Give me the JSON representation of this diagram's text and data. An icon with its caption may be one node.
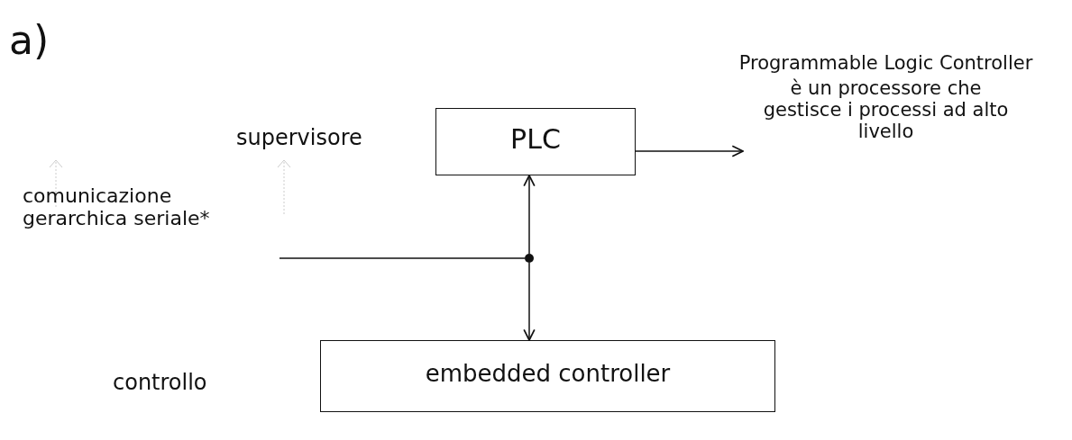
{
  "diagram": {
    "nodes": [
      {
        "text": [
          "PLC"
        ]
      },
      {
        "text": [
          "embedded controller"
        ]
      },
      {
        "text": [],
        "shape": "circle"
      },
      {
        "text": [
          "Programmable Logic Controller",
          "è un processore che gestisce i processi ad alto livello"
        ]
      }
    ],
    "edges": [
      {
        "from": 2,
        "to": 0,
        "arrow": "to"
      },
      {
        "from": 2,
        "to": 1,
        "arrow": "to"
      },
      {
        "from": null,
        "to": 2,
        "arrow": "none"
      },
      {
        "from": 0,
        "to": 3,
        "arrow": "to"
      }
    ],
    "labels": [
      "a)",
      "supervisore",
      "comunicazione gerarchica seriale*",
      "controllo"
    ]
  }
}
